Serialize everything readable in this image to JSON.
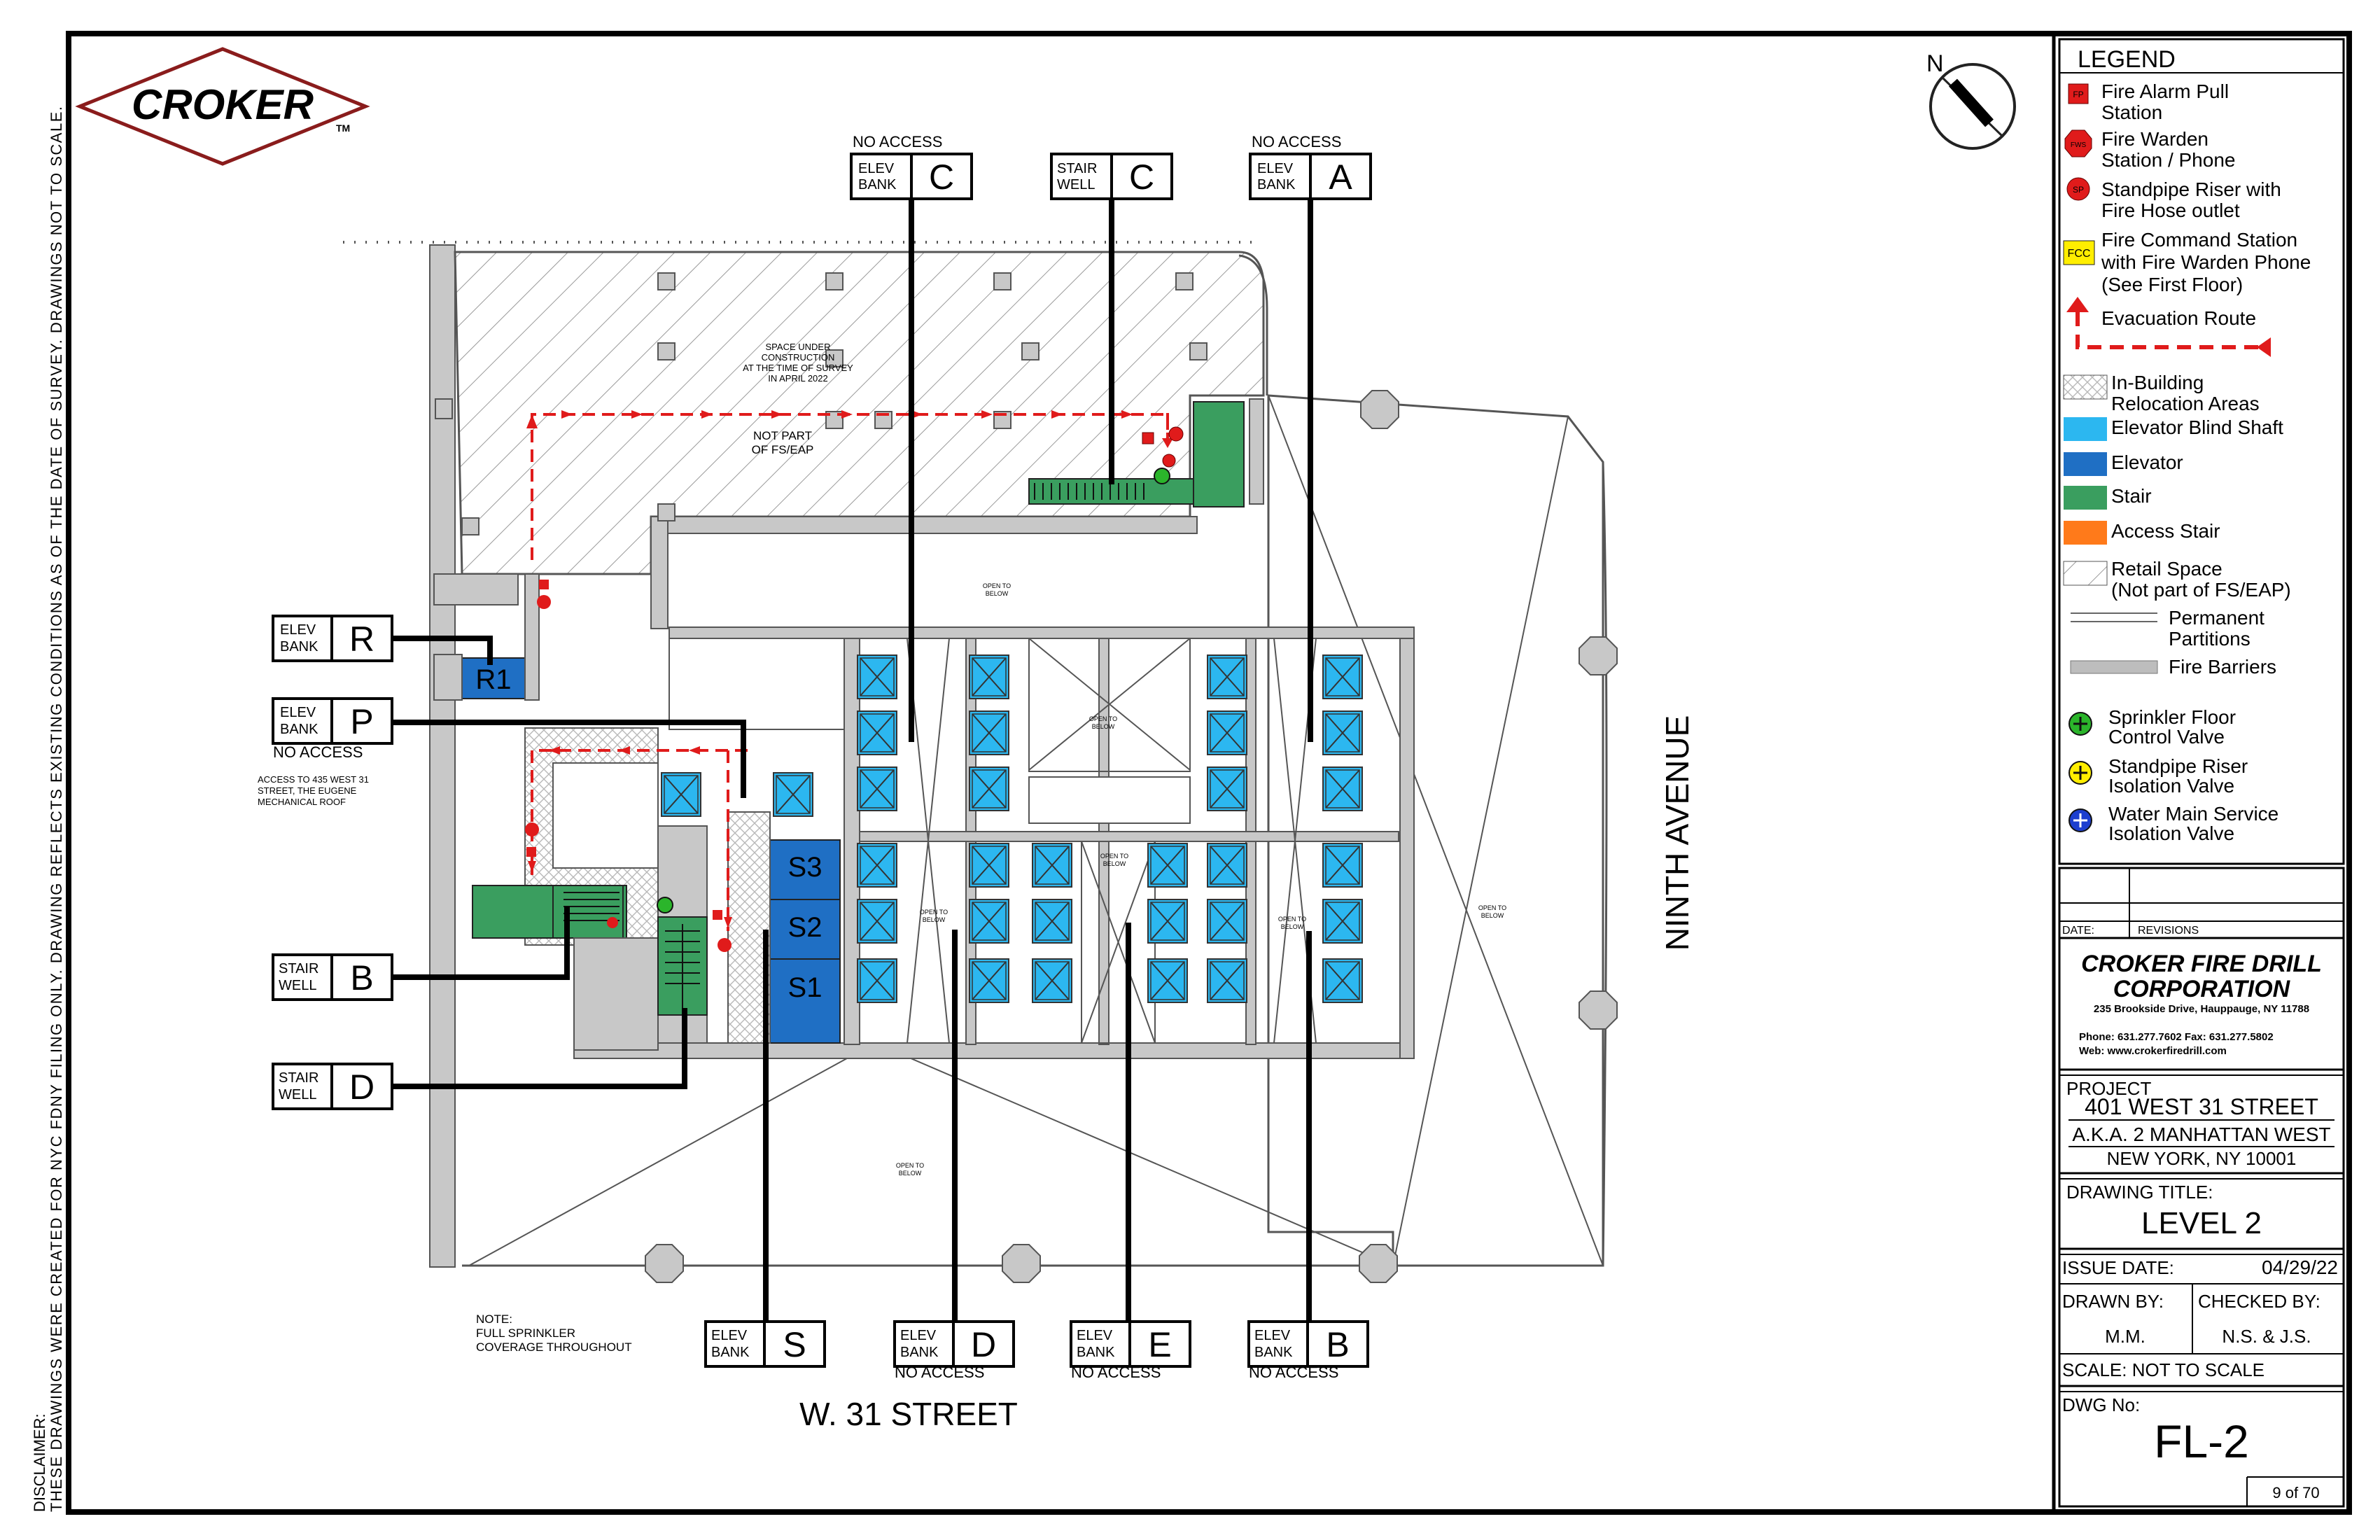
{
  "disclaimer": {
    "line1": "DISCLAIMER:",
    "line2": "THESE DRAWINGS WERE CREATED FOR NYC FDNY FILING ONLY. DRAWING REFLECTS EXISTING CONDITIONS AS OF THE DATE OF SURVEY. DRAWINGS NOT TO SCALE."
  },
  "logo": {
    "name": "CROKER",
    "tm": "TM"
  },
  "north": {
    "label": "N"
  },
  "streets": {
    "south": "W. 31 STREET",
    "east": "NINTH AVENUE"
  },
  "plan_notes": {
    "construction": [
      "SPACE UNDER",
      "CONSTRUCTION",
      "AT THE TIME OF SURVEY",
      "IN APRIL 2022"
    ],
    "not_part": [
      "NOT PART",
      "OF FS/EAP"
    ],
    "access": [
      "ACCESS TO 435 WEST 31",
      "STREET, THE EUGENE",
      "MECHANICAL ROOF"
    ],
    "sprinkler": [
      "NOTE:",
      "FULL SPRINKLER",
      "COVERAGE THROUGHOUT"
    ],
    "open_to_below": [
      "OPEN TO",
      "BELOW"
    ],
    "no_access": "NO ACCESS"
  },
  "elevator_labels": {
    "r1": "R1",
    "s1": "S1",
    "s2": "S2",
    "s3": "S3"
  },
  "callouts": {
    "elev_c": {
      "l1": "ELEV",
      "l2": "BANK",
      "letter": "C"
    },
    "stair_c": {
      "l1": "STAIR",
      "l2": "WELL",
      "letter": "C"
    },
    "elev_a": {
      "l1": "ELEV",
      "l2": "BANK",
      "letter": "A"
    },
    "elev_r": {
      "l1": "ELEV",
      "l2": "BANK",
      "letter": "R"
    },
    "elev_p": {
      "l1": "ELEV",
      "l2": "BANK",
      "letter": "P"
    },
    "stair_b": {
      "l1": "STAIR",
      "l2": "WELL",
      "letter": "B"
    },
    "stair_d": {
      "l1": "STAIR",
      "l2": "WELL",
      "letter": "D"
    },
    "elev_s": {
      "l1": "ELEV",
      "l2": "BANK",
      "letter": "S"
    },
    "elev_d": {
      "l1": "ELEV",
      "l2": "BANK",
      "letter": "D"
    },
    "elev_e": {
      "l1": "ELEV",
      "l2": "BANK",
      "letter": "E"
    },
    "elev_b": {
      "l1": "ELEV",
      "l2": "BANK",
      "letter": "B"
    }
  },
  "legend": {
    "title": "LEGEND",
    "fp_code": "FP",
    "fws_code": "FWS",
    "sp_code": "SP",
    "fcc_code": "FCC",
    "fire_alarm": [
      "Fire Alarm Pull",
      "Station"
    ],
    "fire_warden": [
      "Fire Warden",
      "Station / Phone"
    ],
    "standpipe": [
      "Standpipe Riser with",
      "Fire Hose outlet"
    ],
    "fire_command": [
      "Fire Command Station",
      "with Fire Warden Phone",
      "(See First Floor)"
    ],
    "evacuation": "Evacuation  Route",
    "relocation": [
      "In-Building",
      "Relocation Areas"
    ],
    "blind_shaft": "Elevator Blind Shaft",
    "elevator": "Elevator",
    "stair": "Stair",
    "access_stair": "Access Stair",
    "retail": [
      "Retail Space",
      "(Not part of FS/EAP)"
    ],
    "partitions": [
      "Permanent",
      "Partitions"
    ],
    "barriers": "Fire Barriers",
    "sprinkler_valve": [
      "Sprinkler Floor",
      "Control Valve"
    ],
    "standpipe_valve": [
      "Standpipe Riser",
      "Isolation Valve"
    ],
    "water_main": [
      "Water Main Service",
      "Isolation Valve"
    ]
  },
  "colors": {
    "blind_shaft": "#2cb7f0",
    "elevator": "#1f6fc4",
    "stair": "#3a9e5f",
    "access_stair": "#ff7a1a",
    "fire_red": "#e01b1b",
    "fcc_yellow": "#ffee00",
    "barrier_gray": "#bdbdbd"
  },
  "title_block": {
    "date_label": "DATE:",
    "revisions_label": "REVISIONS",
    "company": [
      "CROKER FIRE DRILL",
      "CORPORATION"
    ],
    "address": "235 Brookside Drive, Hauppauge, NY 11788",
    "phone": "Phone: 631.277.7602  Fax: 631.277.5802",
    "web": "Web: www.crokerfiredrill.com",
    "project_label": "PROJECT",
    "project": [
      "401 WEST 31 STREET",
      "A.K.A. 2 MANHATTAN WEST",
      "NEW YORK, NY 10001"
    ],
    "drawing_title_label": "DRAWING TITLE:",
    "drawing_title": "LEVEL 2",
    "issue_date_label": "ISSUE DATE:",
    "issue_date": "04/29/22",
    "drawn_by_label": "DRAWN BY:",
    "drawn_by": "M.M.",
    "checked_by_label": "CHECKED BY:",
    "checked_by": "N.S. & J.S.",
    "scale": "SCALE:  NOT TO SCALE",
    "dwg_no_label": "DWG No:",
    "dwg_no": "FL-2",
    "sheet": "9 of 70"
  }
}
